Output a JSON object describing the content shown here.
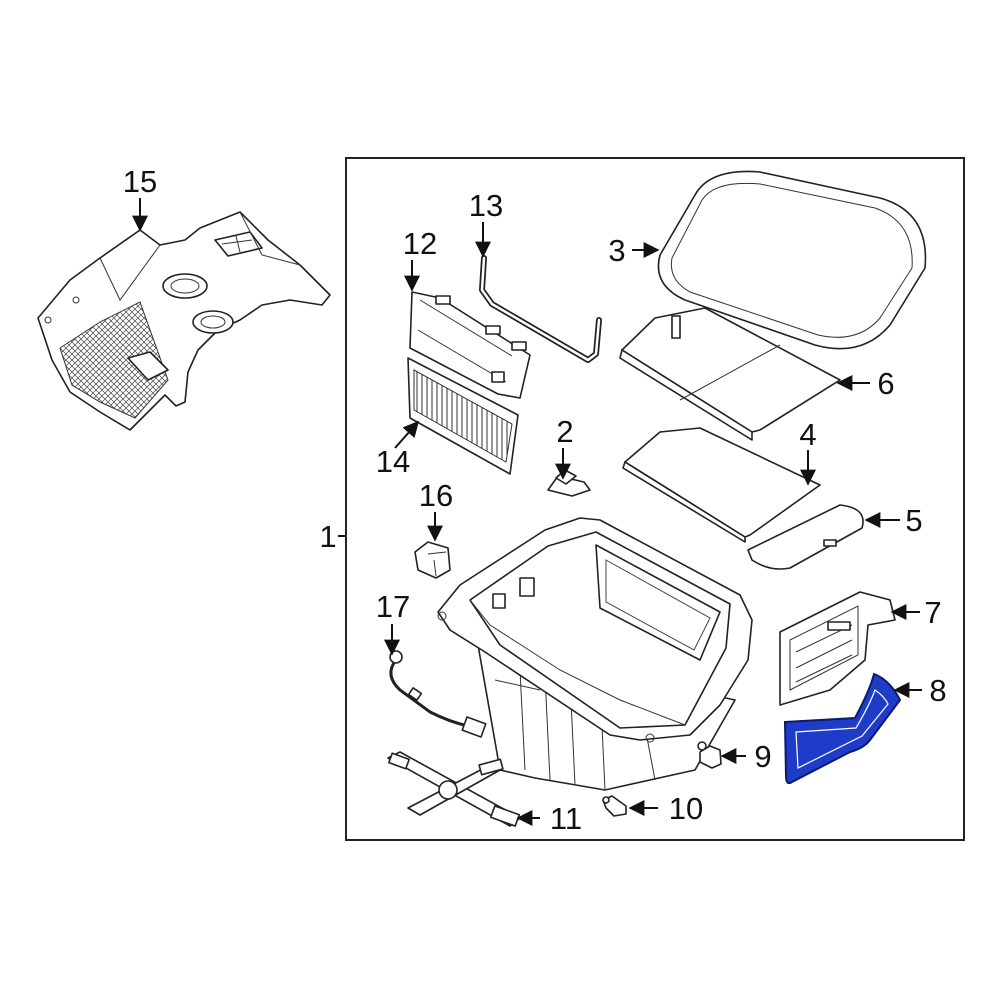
{
  "callouts": {
    "c1": "1",
    "c2": "2",
    "c3": "3",
    "c4": "4",
    "c5": "5",
    "c6": "6",
    "c7": "7",
    "c8": "8",
    "c9": "9",
    "c10": "10",
    "c11": "11",
    "c12": "12",
    "c13": "13",
    "c14": "14",
    "c15": "15",
    "c16": "16",
    "c17": "17"
  },
  "highlight": {
    "part": "8",
    "color": "#1e3cc8"
  },
  "colors": {
    "line": "#222222",
    "text": "#111111",
    "background": "#ffffff"
  }
}
